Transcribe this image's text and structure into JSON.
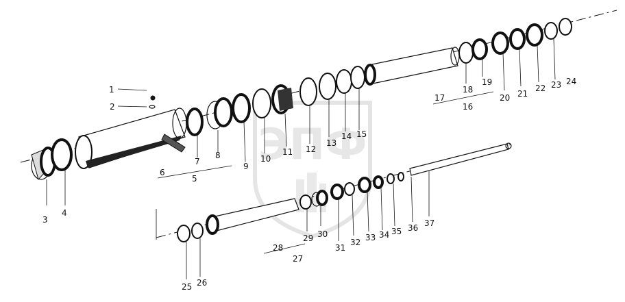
{
  "labels": {
    "l1": "1",
    "l2": "2",
    "l3": "3",
    "l4": "4",
    "l5": "5",
    "l6": "6",
    "l7": "7",
    "l8": "8",
    "l9": "9",
    "l10": "10",
    "l11": "11",
    "l12": "12",
    "l13": "13",
    "l14": "14",
    "l15": "15",
    "l16": "16",
    "l17": "17",
    "l18": "18",
    "l19": "19",
    "l20": "20",
    "l21": "21",
    "l22": "22",
    "l23": "23",
    "l24": "24",
    "l25": "25",
    "l26": "26",
    "l27": "27",
    "l28": "28",
    "l29": "29",
    "l30": "30",
    "l31": "31",
    "l32": "32",
    "l33": "33",
    "l34": "34",
    "l35": "35",
    "l36": "36",
    "l37": "37"
  },
  "watermark": {
    "text": "ЭПФ",
    "color": "#d9d9d9"
  }
}
